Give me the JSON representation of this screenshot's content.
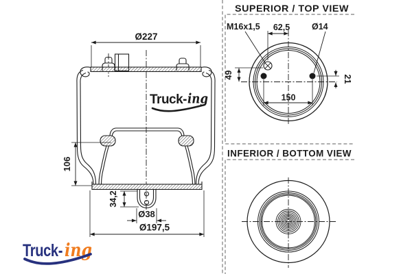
{
  "colors": {
    "ink": "#1b1b1b",
    "dash_gray": "#7d7d7d",
    "logo_navy": "#27317e",
    "logo_orange": "#f07c1f"
  },
  "side_view": {
    "dim_top_diameter": "Ø227",
    "dim_height": "106",
    "dim_boss_height": "34,2",
    "dim_boss_diameter": "Ø38",
    "dim_base_diameter": "Ø197,5",
    "watermark_truck": "Truck-",
    "watermark_ing": "ing"
  },
  "top_view": {
    "title": "SUPERIOR / TOP VIEW",
    "dim_thread": "M16x1,5",
    "dim_offset": "62,5",
    "dim_hole_diameter": "Ø14",
    "dim_fitting_offset": "49",
    "dim_hole_offset": "21",
    "dim_hole_spacing": "150"
  },
  "bottom_view": {
    "title": "INFERIOR / BOTTOM VIEW"
  },
  "footer_logo": {
    "truck": "Truck-",
    "ing": "ing"
  }
}
